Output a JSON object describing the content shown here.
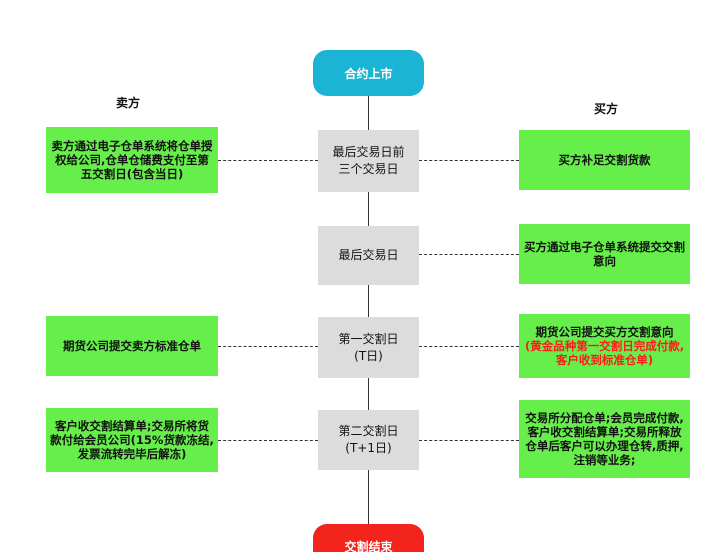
{
  "side_labels": {
    "seller": "卖方",
    "buyer": "买方"
  },
  "start": "合约上市",
  "end": "交割结束",
  "steps": [
    "最后交易日前三个交易日",
    "最后交易日",
    "第一交割日\n(T日)",
    "第二交割日\n(T+1日)"
  ],
  "seller_actions": [
    "卖方通过电子仓单系统将仓单授权给公司,仓单仓储费支付至第五交割日(包含当日)",
    "期货公司提交卖方标准仓单",
    "客户收交割结算单;交易所将货款付给会员公司(15%货款冻结,发票流转完毕后解冻)"
  ],
  "buyer_actions": [
    "买方补足交割货款",
    "买方通过电子仓单系统提交交割意向",
    "期货公司提交买方交割意向",
    "交易所分配仓单;会员完成付款,客户收交割结算单;交易所释放仓单后客户可以办理仓转,质押,注销等业务;"
  ],
  "buyer_note": "(黄金品种第一交割日完成付款,客户收到标准仓单)",
  "colors": {
    "start_pill": "#1cb4d4",
    "end_pill": "#f2241c",
    "step_box": "#dcdcdc",
    "action_box": "#66ef4a",
    "note_text": "#ff1a1a"
  }
}
